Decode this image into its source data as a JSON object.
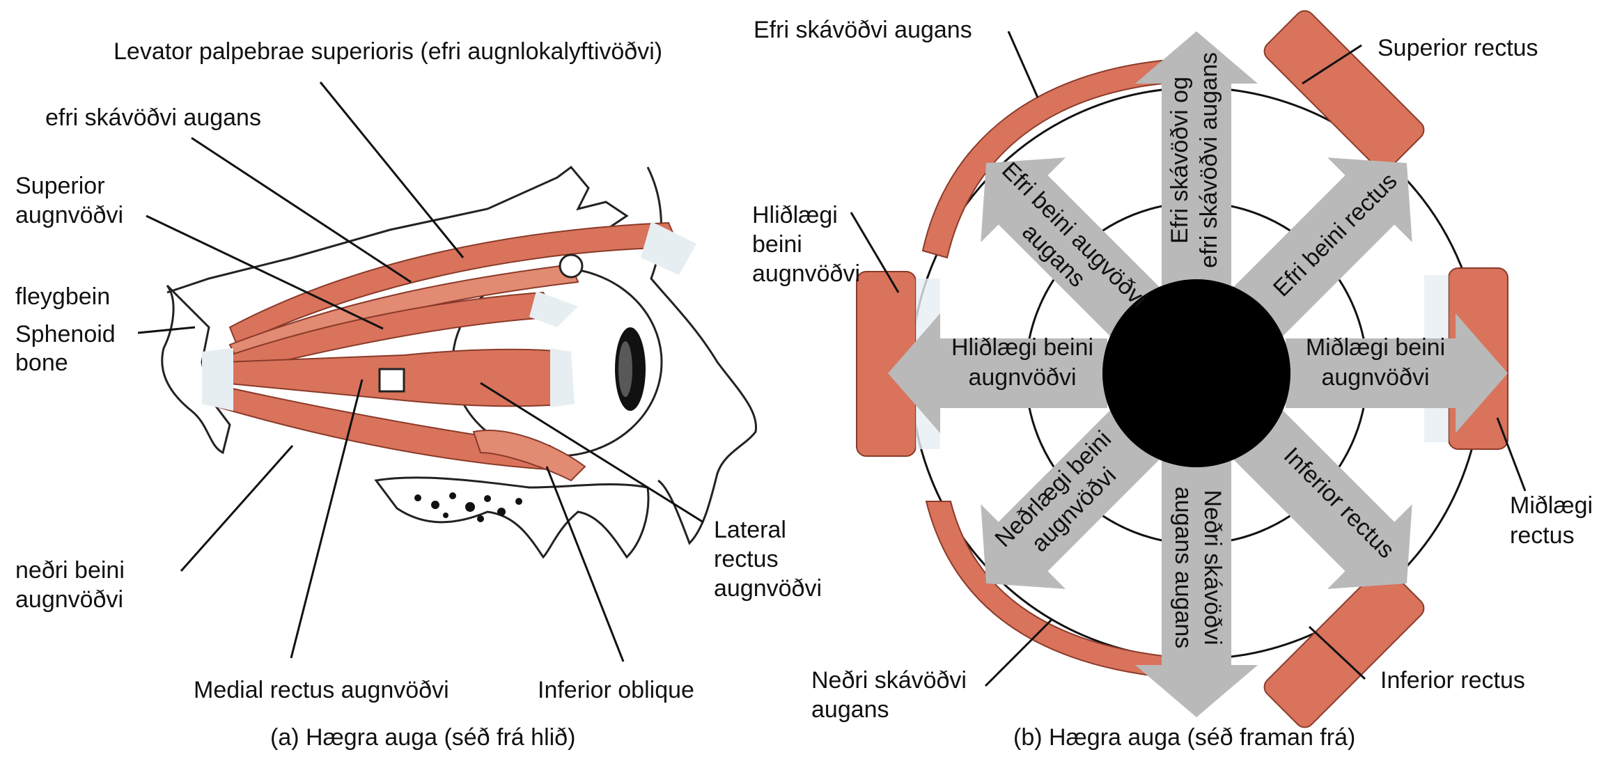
{
  "panel_a": {
    "labels": {
      "levator": "Levator palpebrae superioris (efri augnlokalyftivöðvi)",
      "superior_oblique": "efri skávöðvi augans",
      "superior_rectus_1": "Superior",
      "superior_rectus_2": "augnvöðvi",
      "sphenoid_1": "fleygbein",
      "sphenoid_2": "Sphenoid",
      "sphenoid_3": "bone",
      "inferior_rectus_1": "neðri beini",
      "inferior_rectus_2": "augnvöðvi",
      "medial_rectus": "Medial rectus augnvöðvi",
      "inferior_oblique": "Inferior oblique",
      "lateral_rectus_1": "Lateral",
      "lateral_rectus_2": "rectus",
      "lateral_rectus_3": "augnvöðvi"
    },
    "caption": "(a) Hægra auga (séð frá hlið)"
  },
  "panel_b": {
    "labels": {
      "sup_oblique": "Efri skávöðvi augans",
      "sup_rectus": "Superior rectus",
      "lat_rectus_1": "Hliðlægi",
      "lat_rectus_2": "beini",
      "lat_rectus_3": "augnvöðvi",
      "med_rectus_1": "Miðlægi",
      "med_rectus_2": "rectus",
      "inf_oblique_1": "Neðri skávöðvi",
      "inf_oblique_2": "augans",
      "inf_rectus": "Inferior rectus"
    },
    "arrows": {
      "up_1": "Efri skávöðvi og",
      "up_2": "efri skávöðvi augans",
      "up_left_1": "Efri beini augvöðvi",
      "up_left_2": "augans",
      "up_right": "Efri beini rectus",
      "left_1": "Hliðlægi beini",
      "left_2": "augnvöðvi",
      "right_1": "Miðlægi beini",
      "right_2": "augnvöðvi",
      "down_left_1": "Neðrlægi beini",
      "down_left_2": "augnvöðvi",
      "down_right": "Inferior rectus",
      "down_1": "Neðri skávöðvi",
      "down_2": "augans augans"
    },
    "caption": "(b) Hægra auga (séð framan frá)"
  },
  "colors": {
    "muscle": "#d9735c",
    "tendon": "#e7eef2",
    "arrow": "#b9b9b9",
    "pupil": "#000000"
  }
}
